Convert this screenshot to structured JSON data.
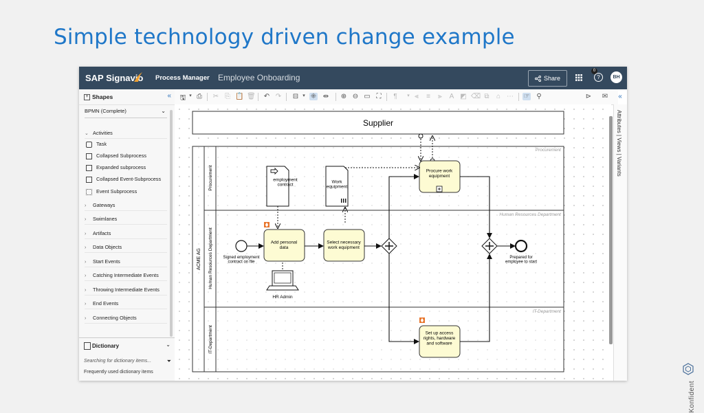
{
  "slide": {
    "title": "Simple technology driven change example",
    "brand": "Konfident"
  },
  "app": {
    "brand": "SAP Signavio",
    "module": "Process Manager",
    "model_name": "Employee Onboarding",
    "share_label": "Share",
    "avatar_initials": "BH",
    "comment_count": "0"
  },
  "sidebar": {
    "shapes_title": "Shapes",
    "stencil": "BPMN (Complete)",
    "activities_label": "Activities",
    "activities": [
      "Task",
      "Collapsed Subprocess",
      "Expanded subprocess",
      "Collapsed Event-Subprocess",
      "Event Subprocess"
    ],
    "groups": [
      "Gateways",
      "Swimlanes",
      "Artifacts",
      "Data Objects",
      "Start Events",
      "Catching Intermediate Events",
      "Throwing Intermediate Events",
      "End Events",
      "Connecting Objects"
    ],
    "dictionary_title": "Dictionary",
    "dictionary_search_placeholder": "Searching for dictionary items...",
    "dictionary_frequent": "Frequently used dictionary items"
  },
  "right_panel": {
    "tabs": "Attributes | Views | Variants"
  },
  "diagram": {
    "supplier_pool": "Supplier",
    "pool": "ACME AG",
    "lanes": [
      "Procurement",
      "Human Resources Department",
      "IT-Department"
    ],
    "lane_watermarks": [
      "Procurement",
      "Human Resources Department",
      "IT-Department"
    ],
    "start_event": "Signed employment contract on file",
    "end_event": "Prepared for employee to start",
    "tasks": {
      "add_data": "Add personal data",
      "select_equipment": "Select necessary work equipment",
      "procure": "Procure work equipment",
      "setup_access": "Set up access rights, hardware and software"
    },
    "documents": {
      "contract": "employment contract",
      "equipment": "Work equipment"
    },
    "system": "HR Admin"
  },
  "colors": {
    "topbar": "#34495e",
    "title": "#1f77c8",
    "task_fill": "#fdfbd3",
    "accent": "#2a6fb8",
    "fire": "#e8762d"
  }
}
